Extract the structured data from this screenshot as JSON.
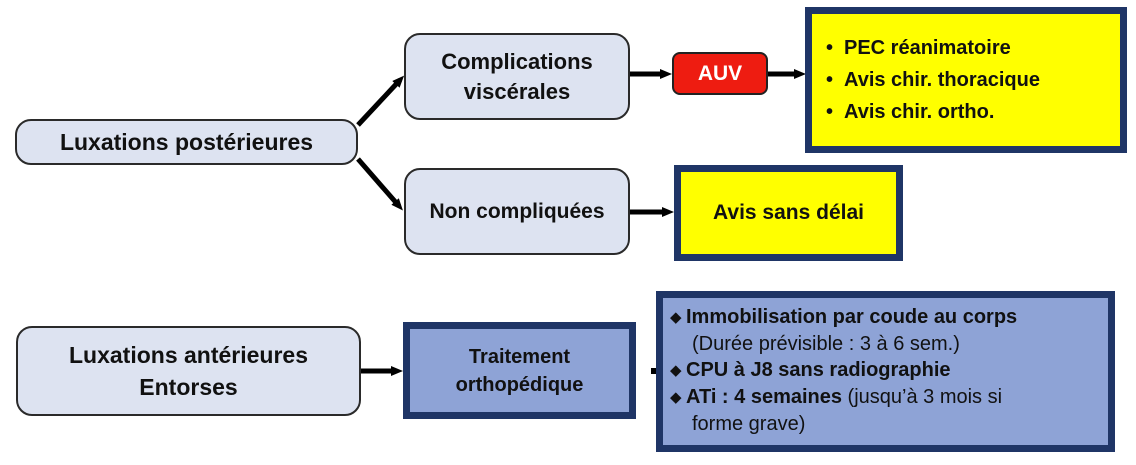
{
  "nodes": {
    "luxations_posterieures": "Luxations postérieures",
    "complications_visc": [
      "Complications",
      "viscérales"
    ],
    "non_compliquees": "Non compliquées",
    "auv": "AUV",
    "pec_list": [
      "PEC réanimatoire",
      "Avis chir. thoracique",
      "Avis chir. ortho."
    ],
    "avis_sans_delai": "Avis sans délai",
    "luxations_anterieures": [
      "Luxations antérieures",
      "Entorses"
    ],
    "traitement": [
      "Traitement",
      "orthopédique"
    ],
    "info": {
      "l1": "Immobilisation par coude au corps",
      "l2": "(Durée prévisible : 3 à 6 sem.)",
      "l3": "CPU à J8 sans radiographie",
      "l4_bold": "ATi : 4 semaines",
      "l4_norm": " (jusqu’à 3 mois si",
      "l5": "forme grave)"
    }
  },
  "colors": {
    "light_box": "#dde3f1",
    "yellow": "#ffff00",
    "red": "#ee1c11",
    "blue_fill": "#8ea3d6",
    "navy_border": "#1f3566"
  }
}
